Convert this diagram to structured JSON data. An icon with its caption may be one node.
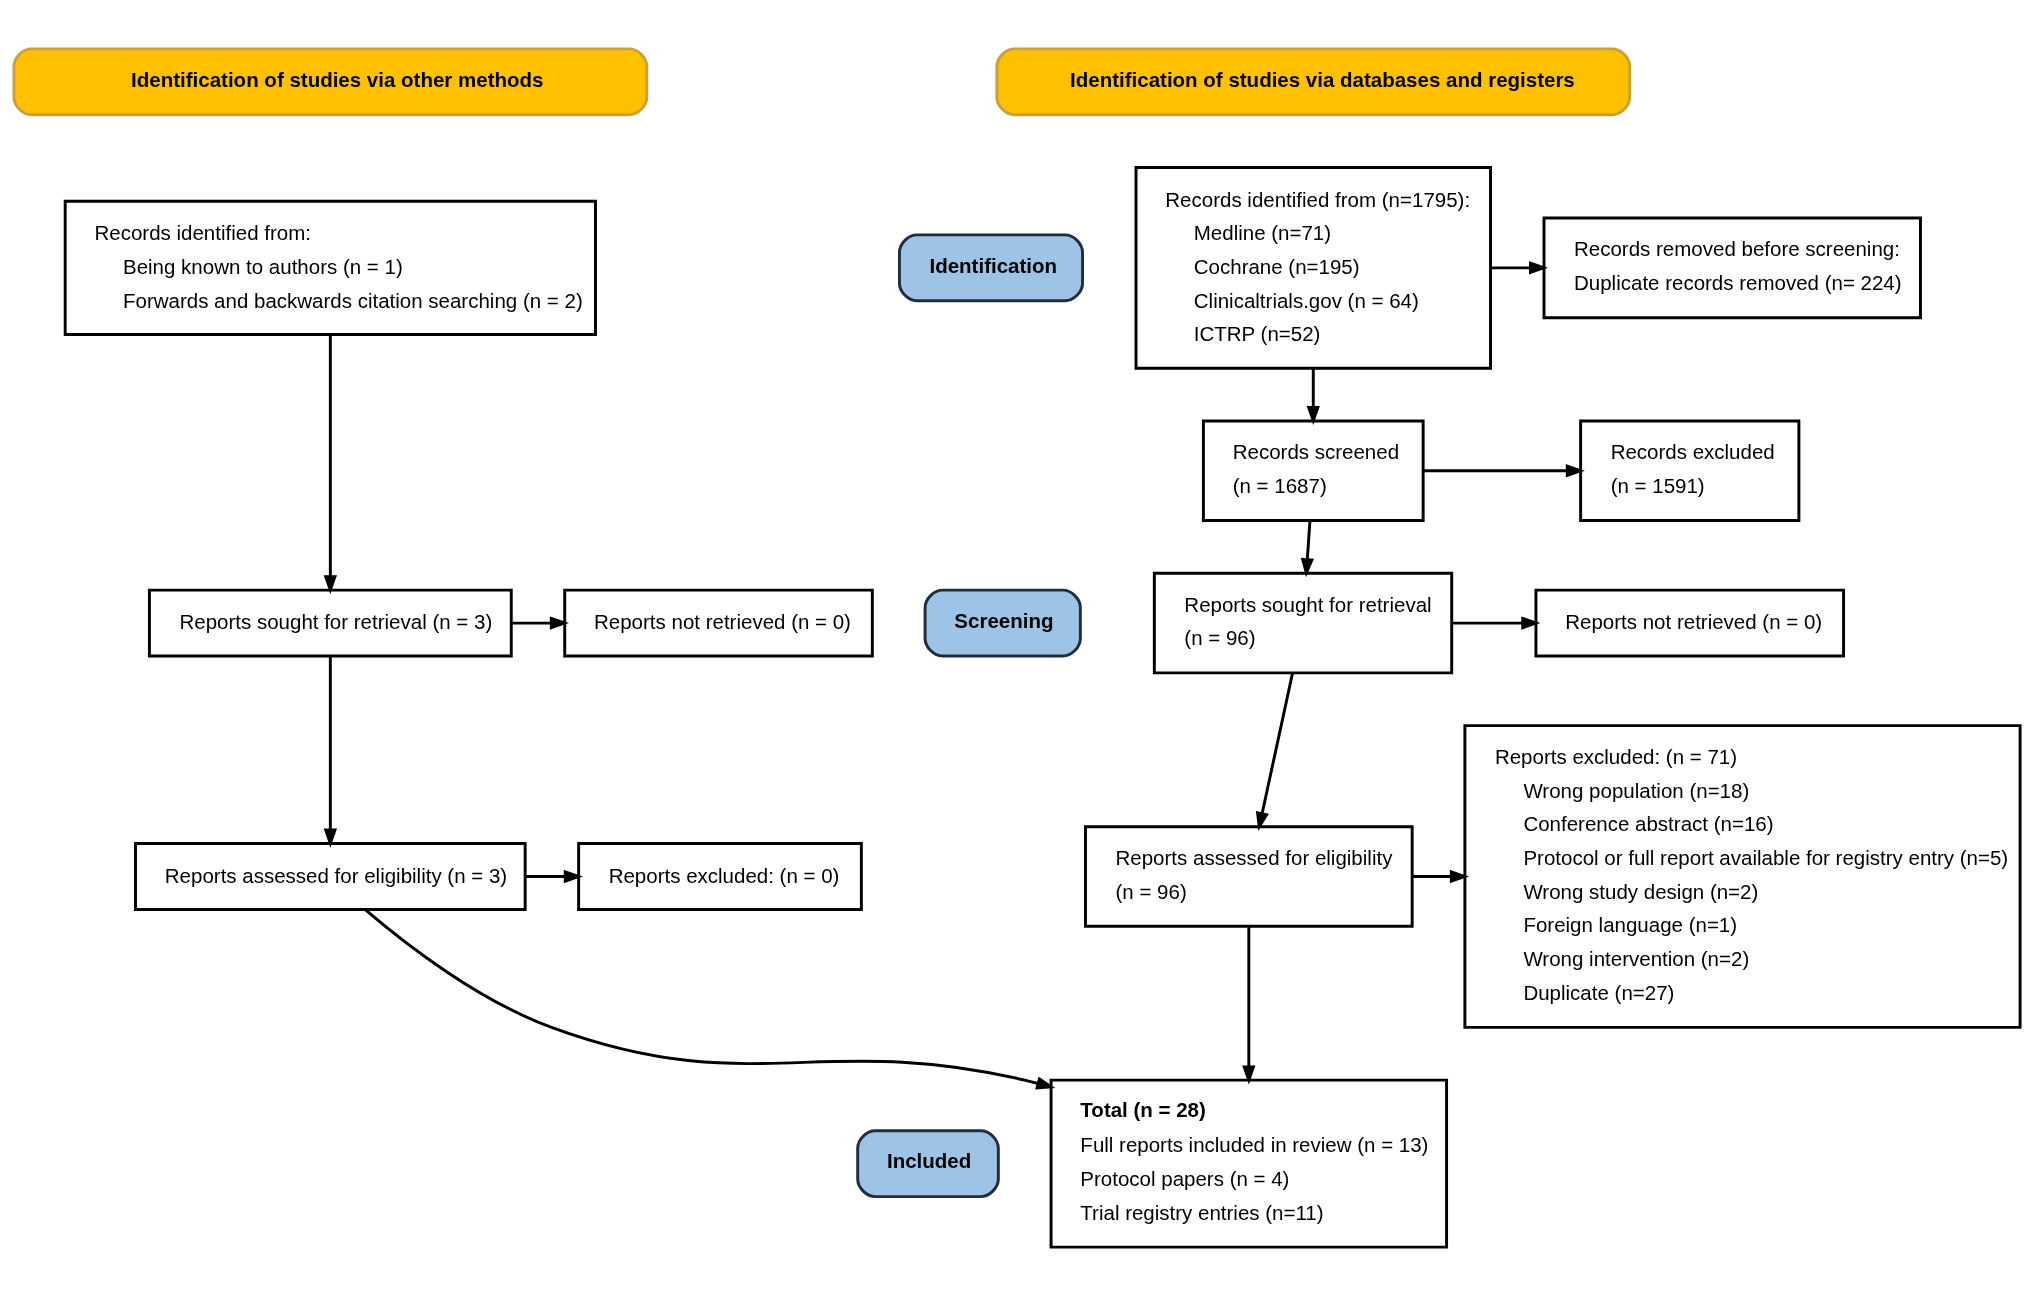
{
  "diagram": {
    "nodes": [
      {
        "text": [
          "Identification of studies via databases and registers"
        ]
      },
      {
        "text": [
          "Identification of studies via other methods"
        ]
      },
      {
        "text": [
          "Identification"
        ]
      },
      {
        "text": [
          "Screening"
        ]
      },
      {
        "text": [
          "Included"
        ]
      },
      {
        "text": [
          "Records identified from (n=1795):",
          "Medline (n=71)",
          "Cochrane (n=195)",
          "Clinicaltrials.gov (n = 64)",
          "ICTRP (n=52)"
        ]
      },
      {
        "text": [
          "Records removed before screening:",
          "Duplicate records removed (n= 224)"
        ]
      },
      {
        "text": [
          "Records identified from:",
          "Being known to authors (n = 1)",
          "Forwards and backwards citation searching (n = 2)"
        ]
      },
      {
        "text": [
          "Records screened",
          "(n = 1687)"
        ]
      },
      {
        "text": [
          "Records excluded",
          "(n = 1591)"
        ]
      },
      {
        "text": [
          "Reports sought for retrieval",
          "(n = 96)"
        ]
      },
      {
        "text": [
          "Reports not retrieved (n = 0)"
        ]
      },
      {
        "text": [
          "Reports assessed for eligibility",
          "(n = 96)"
        ]
      },
      {
        "text": [
          "Reports excluded: (n = 71)",
          "Wrong population (n=18)",
          "Conference abstract (n=16)",
          "Protocol or full report available for registry entry (n=5)",
          "Wrong study design (n=2)",
          "Foreign language (n=1)",
          "Wrong intervention (n=2)",
          "Duplicate (n=27)"
        ]
      },
      {
        "text": [
          "Total (n = 28)",
          "Full reports included in review (n = 13)",
          "Protocol papers (n = 4)",
          "Trial registry entries (n=11)"
        ]
      },
      {
        "text": [
          "Reports sought for retrieval (n = 3)"
        ]
      },
      {
        "text": [
          "Reports not retrieved (n = 0)"
        ]
      },
      {
        "text": [
          "Reports assessed for eligibility (n = 3)"
        ]
      },
      {
        "text": [
          "Reports excluded: (n = 0)"
        ]
      }
    ],
    "edges": [
      {
        "from": 5,
        "to": 6,
        "arrow": "to"
      },
      {
        "from": 5,
        "to": 8,
        "arrow": "to"
      },
      {
        "from": 8,
        "to": 9,
        "arrow": "to"
      },
      {
        "from": 8,
        "to": 10,
        "arrow": "to"
      },
      {
        "from": 10,
        "to": 11,
        "arrow": "to"
      },
      {
        "from": 10,
        "to": 12,
        "arrow": "to"
      },
      {
        "from": 12,
        "to": 13,
        "arrow": "to"
      },
      {
        "from": 12,
        "to": 14,
        "arrow": "to"
      },
      {
        "from": 7,
        "to": 15,
        "arrow": "to"
      },
      {
        "from": 15,
        "to": 16,
        "arrow": "to"
      },
      {
        "from": 15,
        "to": 17,
        "arrow": "to"
      },
      {
        "from": 17,
        "to": 18,
        "arrow": "to"
      },
      {
        "from": 17,
        "to": 14,
        "arrow": "to"
      }
    ]
  }
}
